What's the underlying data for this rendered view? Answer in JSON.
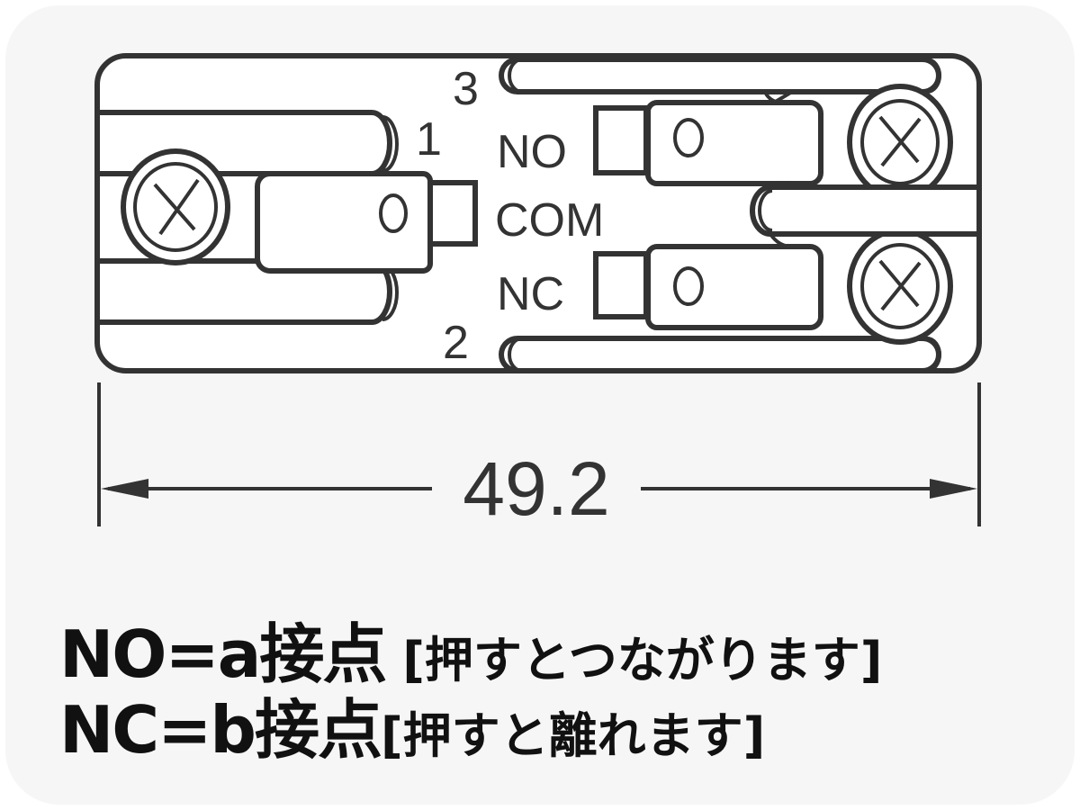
{
  "diagram": {
    "terminal_labels": {
      "pin3": "3",
      "pin1": "1",
      "pin2": "2",
      "no": "NO",
      "com": "COM",
      "nc": "NC"
    },
    "dimension": "49.2"
  },
  "legend": [
    {
      "term": "NO=a接点",
      "note": " [押すとつながります]"
    },
    {
      "term": "NC=b接点",
      "note": "[押すと離れます]"
    }
  ]
}
